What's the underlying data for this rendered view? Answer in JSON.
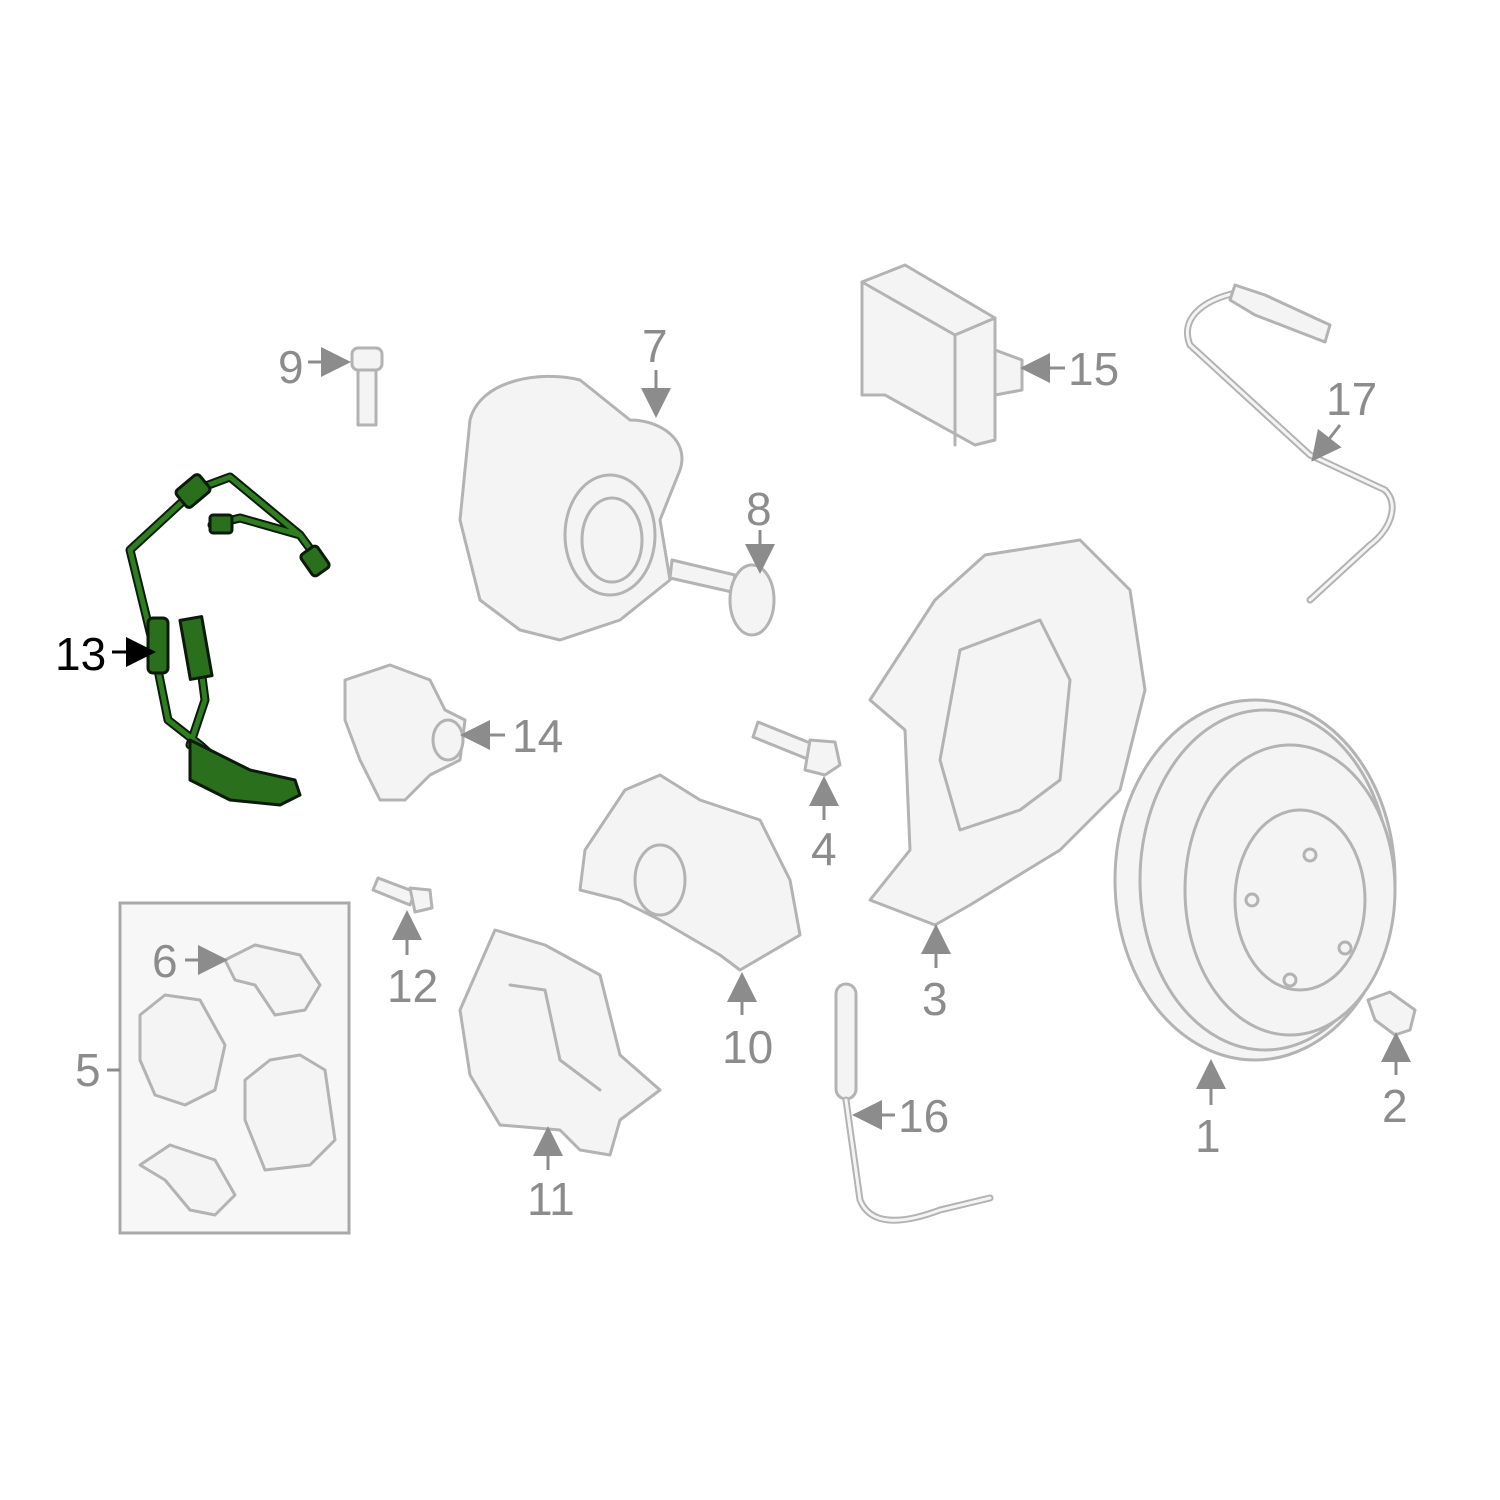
{
  "diagram": {
    "highlight_color": "#2a6f1c",
    "callouts": [
      {
        "id": "1",
        "label": "1"
      },
      {
        "id": "2",
        "label": "2"
      },
      {
        "id": "3",
        "label": "3"
      },
      {
        "id": "4",
        "label": "4"
      },
      {
        "id": "5",
        "label": "5"
      },
      {
        "id": "6",
        "label": "6"
      },
      {
        "id": "7",
        "label": "7"
      },
      {
        "id": "8",
        "label": "8"
      },
      {
        "id": "9",
        "label": "9"
      },
      {
        "id": "10",
        "label": "10"
      },
      {
        "id": "11",
        "label": "11"
      },
      {
        "id": "12",
        "label": "12"
      },
      {
        "id": "13",
        "label": "13",
        "highlighted": true
      },
      {
        "id": "14",
        "label": "14"
      },
      {
        "id": "15",
        "label": "15"
      },
      {
        "id": "16",
        "label": "16"
      },
      {
        "id": "17",
        "label": "17"
      }
    ]
  }
}
